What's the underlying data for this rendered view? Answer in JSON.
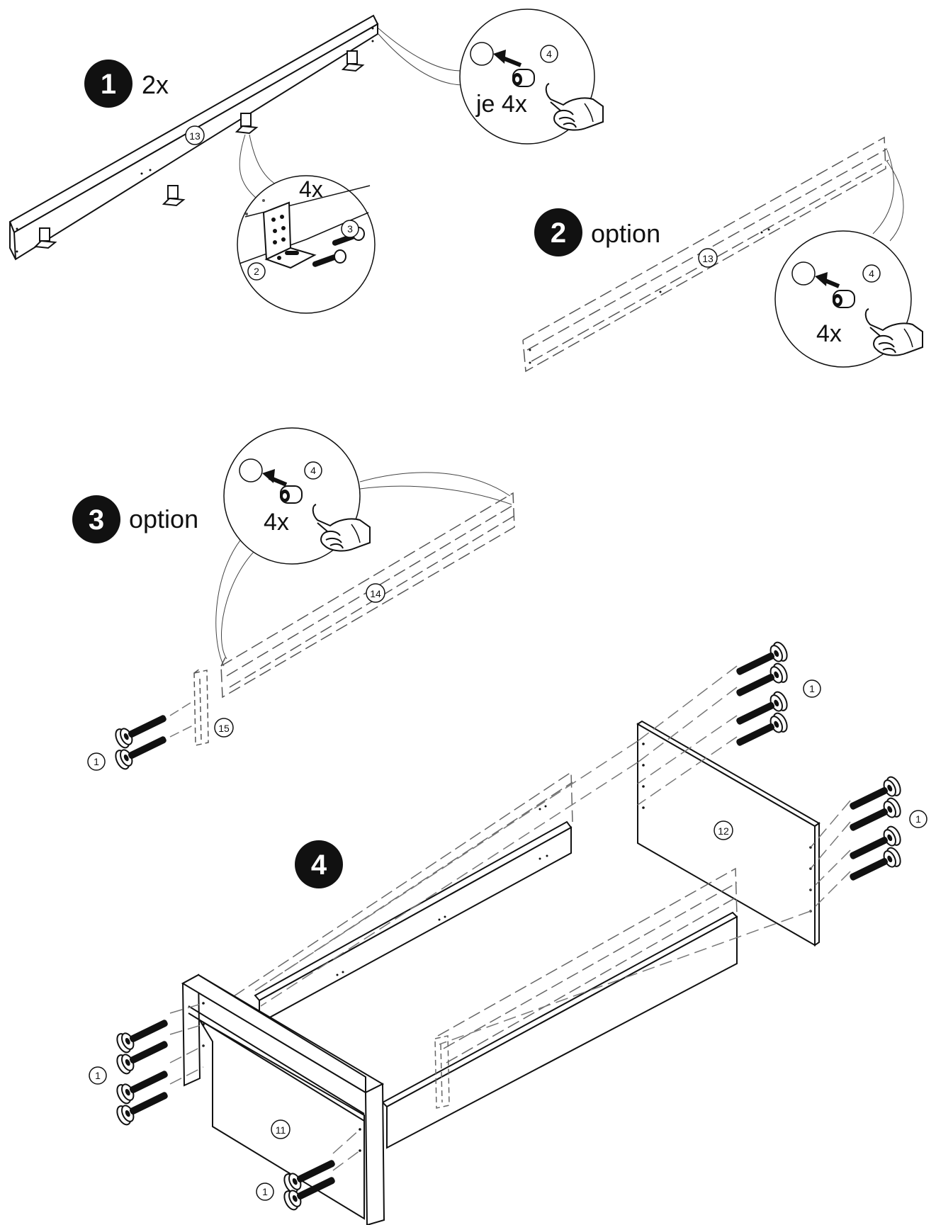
{
  "colors": {
    "ink": "#111111",
    "paper": "#ffffff",
    "step_badge": "#111111"
  },
  "icons": [
    "step-badge",
    "hand-icon",
    "cam-lock-icon",
    "bolt-icon",
    "angle-bracket-icon",
    "screw-icon"
  ],
  "steps": [
    {
      "number": "1",
      "label": "2x"
    },
    {
      "number": "2",
      "label": "option"
    },
    {
      "number": "3",
      "label": "option"
    },
    {
      "number": "4",
      "label": ""
    }
  ],
  "callouts": {
    "step1_cam": {
      "part": "4",
      "qty": "je 4x"
    },
    "step1_bracket": {
      "qty": "4x",
      "part_bracket": "2",
      "part_screw": "3"
    },
    "step2_cam": {
      "part": "4",
      "qty": "4x"
    },
    "step3_cam": {
      "part": "4",
      "qty": "4x"
    }
  },
  "part_labels": {
    "s1_rail": "13",
    "s2_rail": "13",
    "s3_rail": "14",
    "s3_block": "15",
    "s3_bolts": "1",
    "s4_bolts_top": "1",
    "s4_bolts_right": "1",
    "s4_headboard": "12",
    "s4_footboard": "11",
    "s4_bolts_left": "1",
    "s4_bolts_bottom": "1"
  }
}
